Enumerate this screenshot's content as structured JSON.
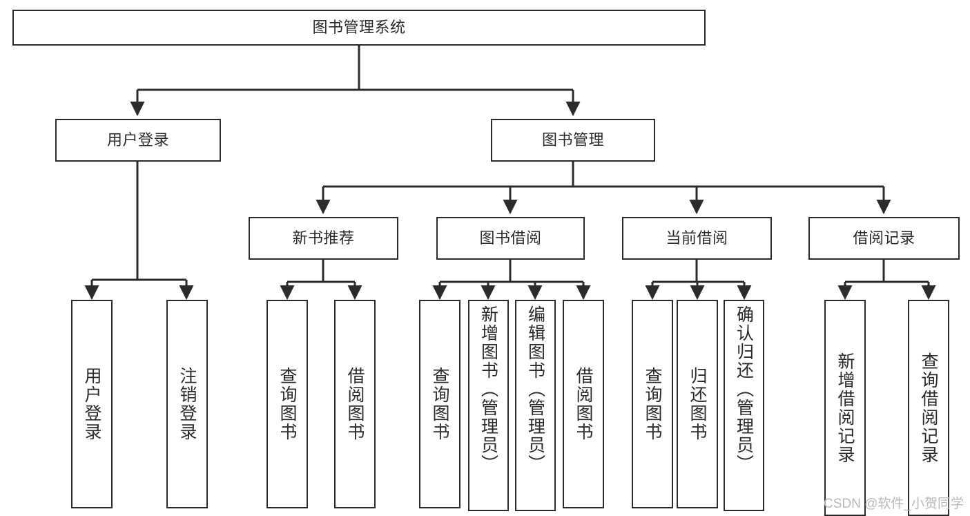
{
  "diagram": {
    "type": "tree-hierarchy",
    "title": "图书管理系统",
    "orientation": "top-down",
    "colors": {
      "box_border": "#2b2b2b",
      "box_fill": "#ffffff",
      "text": "#2b2b2b",
      "connector": "#2b2b2b",
      "watermark": "#b9b9b9",
      "background": "#ffffff"
    },
    "levels": {
      "root": {
        "label": "图书管理系统"
      },
      "level2": [
        {
          "label": "用户登录"
        },
        {
          "label": "图书管理"
        }
      ],
      "level3": [
        {
          "label": "新书推荐"
        },
        {
          "label": "图书借阅"
        },
        {
          "label": "当前借阅"
        },
        {
          "label": "借阅记录"
        }
      ],
      "leaves": {
        "user_login": [
          {
            "label": "用户登录"
          },
          {
            "label": "注销登录"
          }
        ],
        "new_book_recommend": [
          {
            "label": "查询图书"
          },
          {
            "label": "借阅图书"
          }
        ],
        "book_borrow": [
          {
            "label": "查询图书"
          },
          {
            "label": "新增图书（管理员）"
          },
          {
            "label": "编辑图书（管理员）"
          },
          {
            "label": "借阅图书"
          }
        ],
        "current_borrow": [
          {
            "label": "查询图书"
          },
          {
            "label": "归还图书"
          },
          {
            "label": "确认归还（管理员）"
          }
        ],
        "borrow_record": [
          {
            "label": "新增借阅记录"
          },
          {
            "label": "查询借阅记录"
          }
        ]
      }
    }
  },
  "watermark": {
    "text": "CSDN @软件_小贺同学"
  }
}
